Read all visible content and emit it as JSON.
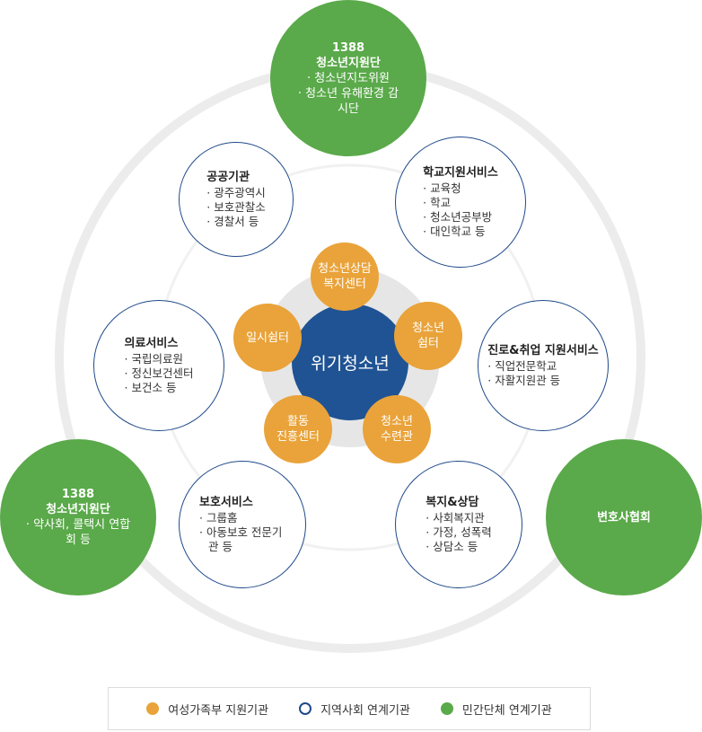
{
  "colors": {
    "orange": "#e9a33a",
    "navy": "#1f5393",
    "green": "#5aa94a",
    "ring": "#ececec"
  },
  "center": {
    "label": "위기청소년"
  },
  "orange_nodes": [
    {
      "line1": "청소년상담",
      "line2": "복지센터"
    },
    {
      "line1": "청소년",
      "line2": "쉼터"
    },
    {
      "line1": "청소년",
      "line2": "수련관"
    },
    {
      "line1": "활동",
      "line2": "진흥센터"
    },
    {
      "line1": "일시쉼터",
      "line2": ""
    }
  ],
  "outline_nodes": [
    {
      "title": "공공기관",
      "items": [
        "광주광역시",
        "보호관찰소",
        "경찰서 등"
      ]
    },
    {
      "title": "학교지원서비스",
      "items": [
        "교육청",
        "학교",
        "청소년공부방",
        "대인학교 등"
      ]
    },
    {
      "title": "의료서비스",
      "items": [
        "국립의료원",
        "정신보건센터",
        "보건소 등"
      ]
    },
    {
      "title": "진로&취업 지원서비스",
      "items": [
        "직업전문학교",
        "자활지원관 등"
      ]
    },
    {
      "title": "보호서비스",
      "items": [
        "그룹홈",
        "아동보호 전문기관 등"
      ]
    },
    {
      "title": "복지&상담",
      "items": [
        "사회복지관",
        "가정, 성폭력",
        "상담소 등"
      ]
    }
  ],
  "green_nodes": {
    "top": {
      "line1": "1388",
      "line2": "청소년지원단",
      "items": [
        "청소년지도위원",
        "청소년 유해환경 감시단"
      ]
    },
    "left": {
      "line1": "1388",
      "line2": "청소년지원단",
      "items": [
        "약사회, 콜택시 연합회 등"
      ]
    },
    "right": {
      "line1": "변호사협회"
    }
  },
  "legend": [
    {
      "label": "여성가족부 지원기관",
      "color": "#e9a33a",
      "style": "filled"
    },
    {
      "label": "지역사회 연계기관",
      "color": "#1f4a8a",
      "style": "outline"
    },
    {
      "label": "민간단체 연계기관",
      "color": "#5aa94a",
      "style": "filled"
    }
  ]
}
